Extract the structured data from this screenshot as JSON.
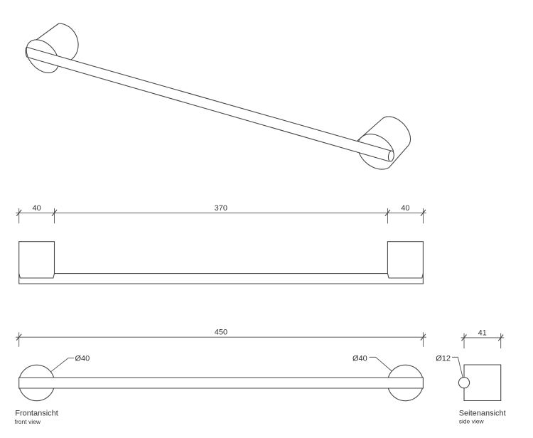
{
  "drawing": {
    "type": "technical-drawing",
    "product": "wall-mounted towel bar",
    "units": "mm",
    "background": "#ffffff",
    "line_color": "#454545",
    "text_color": "#333333"
  },
  "plan": {
    "dim_left": "40",
    "dim_span": "370",
    "dim_right": "40"
  },
  "front": {
    "dim_length": "450",
    "holder_dia_left": "Ø40",
    "holder_dia_right": "Ø40",
    "label": "Frontansicht",
    "sublabel": "front view"
  },
  "side": {
    "dim_depth": "41",
    "bar_dia": "Ø12",
    "label": "Seitenansicht",
    "sublabel": "side view"
  },
  "dimensions": {
    "total_length_mm": 450,
    "bar_span_mm": 370,
    "holder_width_mm": 40,
    "holder_diameter_mm": 40,
    "holder_depth_mm": 41,
    "bar_diameter_mm": 12
  }
}
